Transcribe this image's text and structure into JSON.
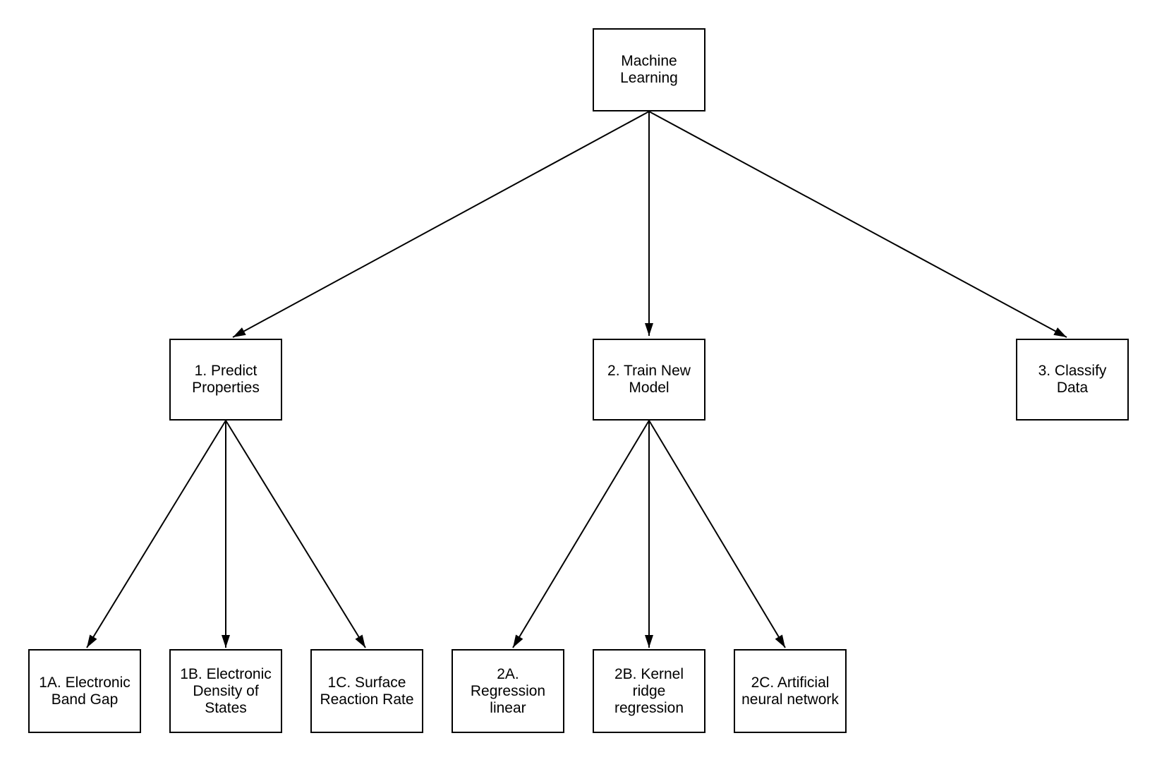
{
  "diagram": {
    "type": "tree-flowchart",
    "colors": {
      "background": "#ffffff",
      "node_fill": "#ffffff",
      "node_border": "#000000",
      "text": "#000000",
      "edge": "#000000"
    },
    "nodes": {
      "root": {
        "label": "Machine\nLearning"
      },
      "n1": {
        "label": "1. Predict\nProperties"
      },
      "n2": {
        "label": "2. Train New\nModel"
      },
      "n3": {
        "label": "3. Classify\nData"
      },
      "n1a": {
        "label": "1A. Electronic\nBand Gap"
      },
      "n1b": {
        "label": "1B. Electronic\nDensity of\nStates"
      },
      "n1c": {
        "label": "1C. Surface\nReaction Rate"
      },
      "n2a": {
        "label": "2A.\nRegression\nlinear"
      },
      "n2b": {
        "label": "2B. Kernel\nridge\nregression"
      },
      "n2c": {
        "label": "2C. Artificial\nneural network"
      }
    },
    "edges": [
      {
        "from": "Machine Learning",
        "to": "1. Predict Properties"
      },
      {
        "from": "Machine Learning",
        "to": "2. Train New Model"
      },
      {
        "from": "Machine Learning",
        "to": "3. Classify Data"
      },
      {
        "from": "1. Predict Properties",
        "to": "1A. Electronic Band Gap"
      },
      {
        "from": "1. Predict Properties",
        "to": "1B. Electronic Density of States"
      },
      {
        "from": "1. Predict Properties",
        "to": "1C. Surface Reaction Rate"
      },
      {
        "from": "2. Train New Model",
        "to": "2A. Regression linear"
      },
      {
        "from": "2. Train New Model",
        "to": "2B. Kernel ridge regression"
      },
      {
        "from": "2. Train New Model",
        "to": "2C. Artificial neural network"
      }
    ]
  }
}
